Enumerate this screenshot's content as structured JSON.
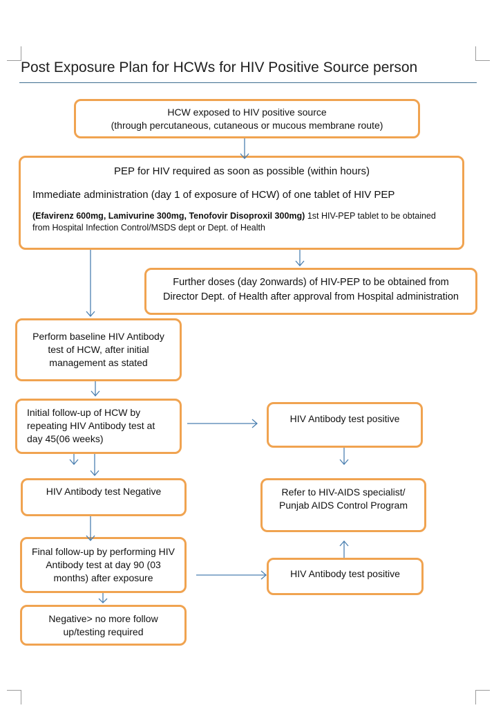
{
  "title": "Post Exposure Plan for HCWs for HIV Positive Source person",
  "nodes": {
    "exposed": {
      "line1": "HCW exposed to HIV positive source",
      "line2": "(through percutaneous, cutaneous or mucous membrane route)"
    },
    "pep": {
      "line1": "PEP for HIV required as soon as possible (within hours)",
      "line2": "Immediate administration (day 1 of exposure of HCW) of one tablet of HIV PEP",
      "drugs": "(Efavirenz 600mg, Lamivurine 300mg, Tenofovir Disoproxil 300mg)",
      "source": " 1st HIV-PEP tablet to be obtained from Hospital Infection Control/MSDS dept or Dept. of Health"
    },
    "further": {
      "text": "Further doses (day 2onwards) of HIV-PEP to be obtained from Director Dept. of Health after approval from Hospital administration"
    },
    "baseline": {
      "text": "Perform baseline HIV Antibody test of HCW, after initial management as stated"
    },
    "initial": {
      "text": "Initial follow-up of HCW by repeating HIV Antibody test at day 45(06 weeks)"
    },
    "positive1": {
      "text": "HIV Antibody test positive"
    },
    "negative": {
      "text": "HIV Antibody test Negative"
    },
    "refer": {
      "text": "Refer to HIV-AIDS specialist/ Punjab AIDS Control Program"
    },
    "final": {
      "text": "Final follow-up by performing HIV Antibody test at day 90 (03 months) after exposure"
    },
    "positive2": {
      "text": "HIV Antibody test positive"
    },
    "end": {
      "text": "Negative> no more follow up/testing required"
    }
  },
  "colors": {
    "box_border": "#f0a350",
    "arrow": "#4a7fb0",
    "title_rule": "#3d6d8f"
  }
}
